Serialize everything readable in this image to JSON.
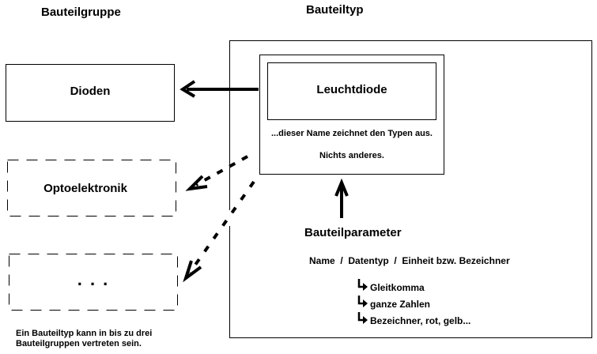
{
  "headings": {
    "group": "Bauteilgruppe",
    "type": "Bauteiltyp",
    "parameter": "Bauteilparameter"
  },
  "groups": [
    {
      "label": "Dioden",
      "style": "solid"
    },
    {
      "label": "Optoelektronik",
      "style": "dashed"
    },
    {
      "label": ". . .",
      "style": "dashed"
    }
  ],
  "type_box": {
    "name": "Leuchtdiode",
    "note_line1": "...dieser Name zeichnet den Typen  aus.",
    "note_line2": "Nichts anderes."
  },
  "parameters": {
    "fields": "Name  /  Datentyp  /  Einheit bzw. Bezeichner",
    "datatypes": [
      "Gleitkomma",
      "ganze Zahlen",
      "Bezeichner, rot, gelb..."
    ]
  },
  "footnote": {
    "line1": "Ein Bauteiltyp kann in bis zu drei",
    "line2": "Bauteilgruppen vertreten sein."
  }
}
